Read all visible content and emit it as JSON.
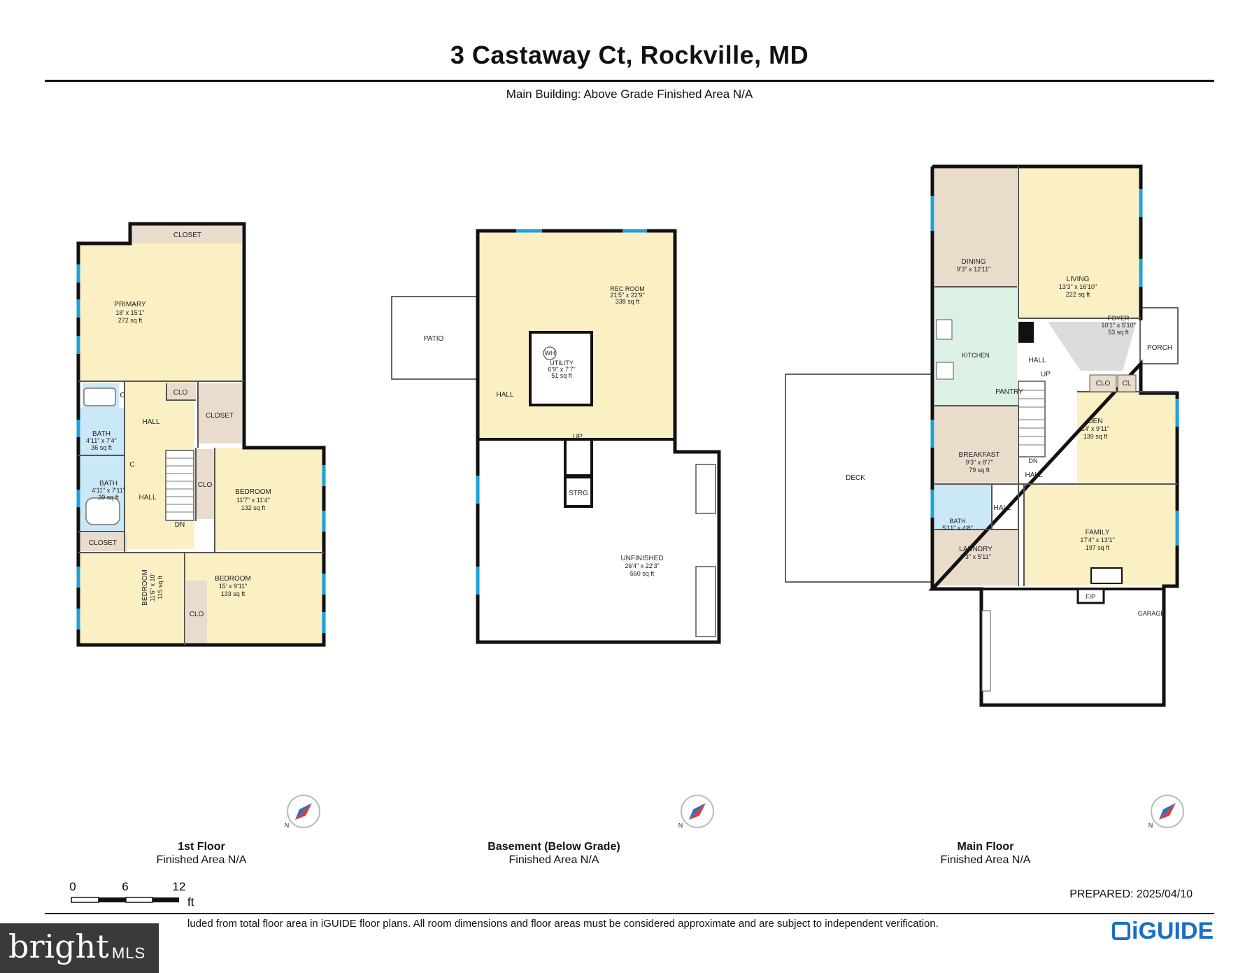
{
  "header": {
    "title": "3 Castaway Ct, Rockville, MD",
    "subtitle": "Main Building: Above Grade Finished Area N/A"
  },
  "floors": {
    "first": {
      "name": "1st Floor",
      "area": "Finished Area N/A",
      "rooms": {
        "closet_top": "CLOSET",
        "primary": "PRIMARY",
        "primary_dim": "18' x 15'1\"",
        "primary_area": "272 sq ft",
        "c1": "C",
        "clo1": "CLO",
        "hall1": "HALL",
        "closet_mid": "CLOSET",
        "bath1": "BATH",
        "bath1_dim": "4'11\" x 7'4\"",
        "bath1_area": "36 sq ft",
        "c2": "C",
        "bath2": "BATH",
        "bath2_dim": "4'11\" x 7'11\"",
        "bath2_area": "39 sq ft",
        "hall2": "HALL",
        "clo2": "CLO",
        "dn": "DN",
        "bedroom1": "BEDROOM",
        "bedroom1_dim": "11'7\" x 11'4\"",
        "bedroom1_area": "132 sq ft",
        "closet_low": "CLOSET",
        "bedroom2": "BEDROOM",
        "bedroom2_dim": "11'6\" x 10'",
        "bedroom2_area": "115 sq ft",
        "bedroom3": "BEDROOM",
        "bedroom3_dim": "15' x 9'11\"",
        "bedroom3_area": "133 sq ft",
        "clo3": "CLO"
      }
    },
    "basement": {
      "name": "Basement (Below Grade)",
      "area": "Finished Area N/A",
      "rooms": {
        "patio": "PATIO",
        "rec": "REC ROOM",
        "rec_dim": "21'5\" x 22'9\"",
        "rec_area": "338 sq ft",
        "wh": "WH",
        "utility": "UTILITY",
        "utility_dim": "6'9\" x 7'7\"",
        "utility_area": "51 sq ft",
        "hall": "HALL",
        "up": "UP",
        "strg": "STRG",
        "unfinished": "UNFINISHED",
        "unfinished_dim": "26'4\" x 22'3\"",
        "unfinished_area": "550 sq ft"
      }
    },
    "main": {
      "name": "Main Floor",
      "area": "Finished Area N/A",
      "rooms": {
        "dining": "DINING",
        "dining_dim": "9'3\" x 12'11\"",
        "living": "LIVING",
        "living_dim": "13'3\" x 16'10\"",
        "living_area": "222 sq ft",
        "foyer": "FOYER",
        "foyer_dim": "10'1\" x 5'10\"",
        "foyer_area": "53 sq ft",
        "porch": "PORCH",
        "kitchen": "KITCHEN",
        "hall_a": "HALL",
        "up": "UP",
        "pantry": "PANTRY",
        "clo": "CLO",
        "cl": "CL",
        "deck": "DECK",
        "den": "DEN",
        "den_dim": "14' x 9'11\"",
        "den_area": "139 sq ft",
        "breakfast": "BREAKFAST",
        "breakfast_dim": "9'3\" x 8'7\"",
        "breakfast_area": "79 sq ft",
        "dn": "DN",
        "hall_b": "HALL",
        "bath": "BATH",
        "bath_dim": "5'11\" x 4'8\"",
        "hall_c": "HALL",
        "laundry": "LAUNDRY",
        "laundry_dim": "9'3\" x 5'11\"",
        "family": "FAMILY",
        "family_dim": "17'4\" x 13'1\"",
        "family_area": "197 sq ft",
        "fp": "F/P",
        "garage": "GARAGE"
      }
    }
  },
  "scale": {
    "t0": "0",
    "t1": "6",
    "t2": "12",
    "unit": "ft"
  },
  "compass_label": "N",
  "prepared": "PREPARED: 2025/04/10",
  "disclaimer": "luded from total floor area in iGUIDE floor plans. All room dimensions and floor areas must be considered approximate and are subject to independent verification.",
  "branding": {
    "bright": "bright",
    "mls": "MLS",
    "iguide": "iGUIDE"
  },
  "colors": {
    "room_fill": "#fbefc4",
    "closet_fill": "#e9dccd",
    "bath_fill": "#cbe8f6",
    "kitchen_fill": "#dcf1e4",
    "dining_fill": "#eadccb",
    "window": "#1ea0d8",
    "wall": "#111111"
  }
}
